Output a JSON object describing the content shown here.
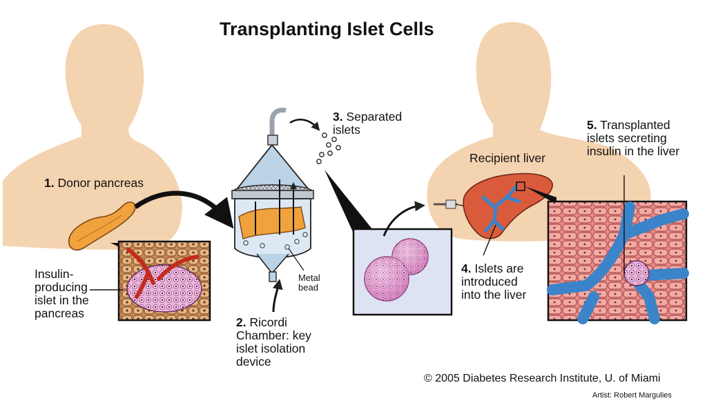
{
  "title": "Transplanting Islet Cells",
  "steps": [
    {
      "number": "1.",
      "label": "Donor pancreas"
    },
    {
      "number": "2.",
      "label": "Ricordi Chamber: key islet isolation device"
    },
    {
      "number": "3.",
      "label": "Separated islets"
    },
    {
      "number": "4.",
      "label": "Islets are introduced into the liver"
    },
    {
      "number": "5.",
      "label": "Transplanted islets secreting insulin in the liver"
    }
  ],
  "labels": {
    "islet": "Insulin-producing islet in the pancreas",
    "metal_bead": "Metal bead",
    "recipient_liver": "Recipient liver"
  },
  "credits": {
    "copyright": "© 2005 Diabetes Research Institute, U. of Miami",
    "artist": "Artist: Robert Margulies"
  },
  "colors": {
    "skin": "#f4d3b0",
    "pancreas": "#f0a23c",
    "liver": "#d95b3c",
    "vessel": "#3b84c9",
    "islet": "#e9a8d4"
  }
}
